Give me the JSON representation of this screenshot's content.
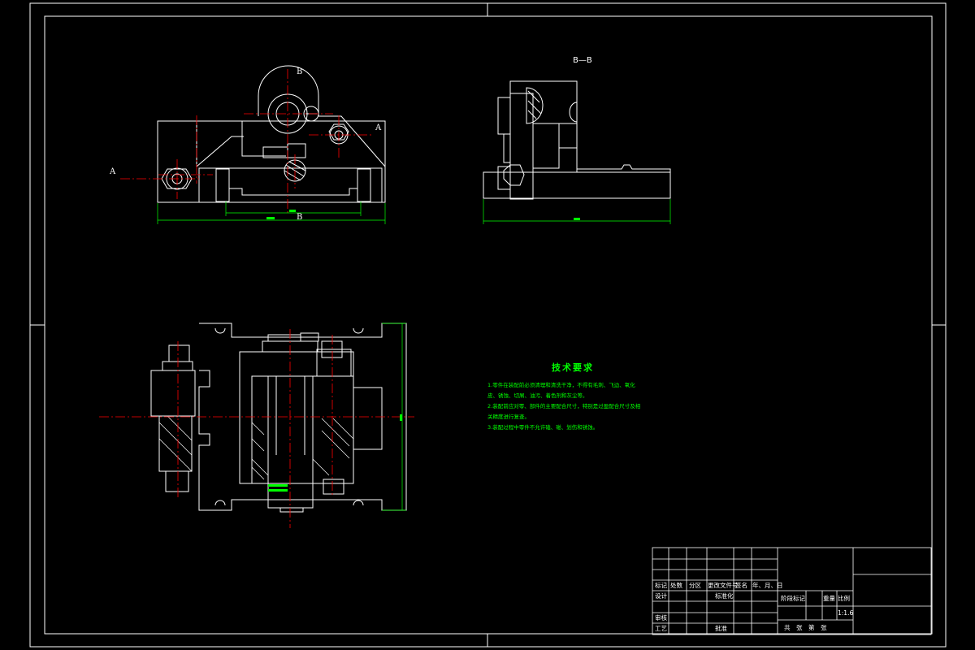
{
  "labels": {
    "section_bb": "B—B",
    "cut_b_top": "B",
    "cut_b_bottom": "B",
    "cut_a_left": "A",
    "cut_a_right": "A"
  },
  "tech_requirements": {
    "title": "技术要求",
    "lines": [
      "1.零件在装配前必须清理和清洗干净，不得有毛刺、飞边、氧化",
      "皮、锈蚀、切屑、油污、着色剂和灰尘等。",
      "2.装配前应对零、部件的主要配合尺寸，特别是过盈配合尺寸及相",
      "关精度进行复查。",
      "3.装配过程中零件不允许磕、碰、划伤和锈蚀。"
    ]
  },
  "title_block": {
    "col_headers": [
      "标记",
      "处数",
      "分区",
      "更改文件号",
      "签名",
      "年、月、日"
    ],
    "design": "设计",
    "standardization": "标准化",
    "review": "审核",
    "process": "工艺",
    "approve": "批准",
    "stage_mark": "阶段标记",
    "weight": "重量",
    "scale_label": "比例",
    "scale_value": "1:1.6",
    "sheets": "共　张　第　张"
  },
  "colors": {
    "frame": "#ffffff",
    "centerline": "#ff0000",
    "dimension": "#00ff00",
    "text": "#ffffff",
    "tech_text": "#00ff00"
  }
}
